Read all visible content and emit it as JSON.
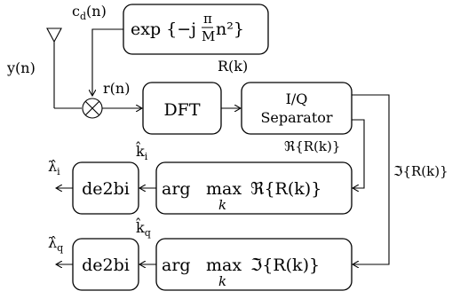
{
  "labels": {
    "cd": "c",
    "cd_sub": "d",
    "cd_arg": "(n)",
    "yn": "y(n)",
    "rn": "r(n)",
    "Rk": "R(k)",
    "re_Rk": "ℜ{R(k)}",
    "im_Rk": "ℑ{R(k)}",
    "ki": "k̂",
    "ki_sub": "i",
    "kq": "k̂",
    "kq_sub": "q",
    "lambda_i": "λ̂",
    "lambda_i_sub": "i",
    "lambda_q": "λ̂",
    "lambda_q_sub": "q"
  },
  "blocks": {
    "exp_main": "exp {−j",
    "exp_pi": "π",
    "exp_M": "M",
    "exp_tail": "n²}",
    "dft": "DFT",
    "iq_line1": "I/Q",
    "iq_line2": "Separator",
    "argmax_re_arg": "arg",
    "argmax_re_max": "max",
    "argmax_re_k": "k",
    "argmax_re_expr": "ℜ{R(k)}",
    "argmax_im_arg": "arg",
    "argmax_im_max": "max",
    "argmax_im_k": "k",
    "argmax_im_expr": "ℑ{R(k)}",
    "de2bi_top": "de2bi",
    "de2bi_bottom": "de2bi"
  }
}
